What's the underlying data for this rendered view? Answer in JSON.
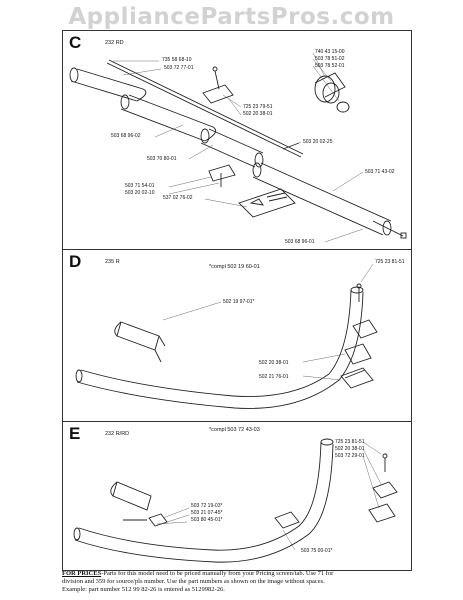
{
  "watermark": "AppliancePartsPros.com",
  "panels": {
    "c": {
      "letter": "C",
      "model": "232 RD",
      "parts": [
        "735 58 68-10",
        "503 72 77-01",
        "740 43 15-00",
        "503 78 51-02",
        "503 78 52-01",
        "725 23 79-51",
        "502 20 38-01",
        "503 68 96-02",
        "503 70 80-01",
        "503 20 02-25",
        "503 71 43-02",
        "503 71 54-01",
        "503 20 02-10",
        "537 02 76-02",
        "503 68 96-01"
      ]
    },
    "d": {
      "letter": "D",
      "model": "235 R",
      "compl": "*compl 502 19 60-01",
      "parts": [
        "725 23 81-51",
        "502 19 97-01*",
        "502 20 38-01",
        "502 21 76-01"
      ]
    },
    "e": {
      "letter": "E",
      "model": "232 R/RD",
      "compl": "*compl 503 72 43-03",
      "parts": [
        "725 23 81-51",
        "502 20 38-01",
        "503 72 29-01",
        "503 72 19-03*",
        "503 21 07-45*",
        "503 80 45-01*",
        "503 75 00-01*"
      ]
    }
  },
  "footer": {
    "prefix": "FOR PRICES",
    "line1": "-Parts for this model need to be priced manually from your Pricing screen/tab. Use 71 for",
    "line2": "division and 359 for source/pls number. Use the part numbers as shown on the image without spaces.",
    "line3": "Example: part number 512 99 82-26 is entered as 5129982-26."
  }
}
